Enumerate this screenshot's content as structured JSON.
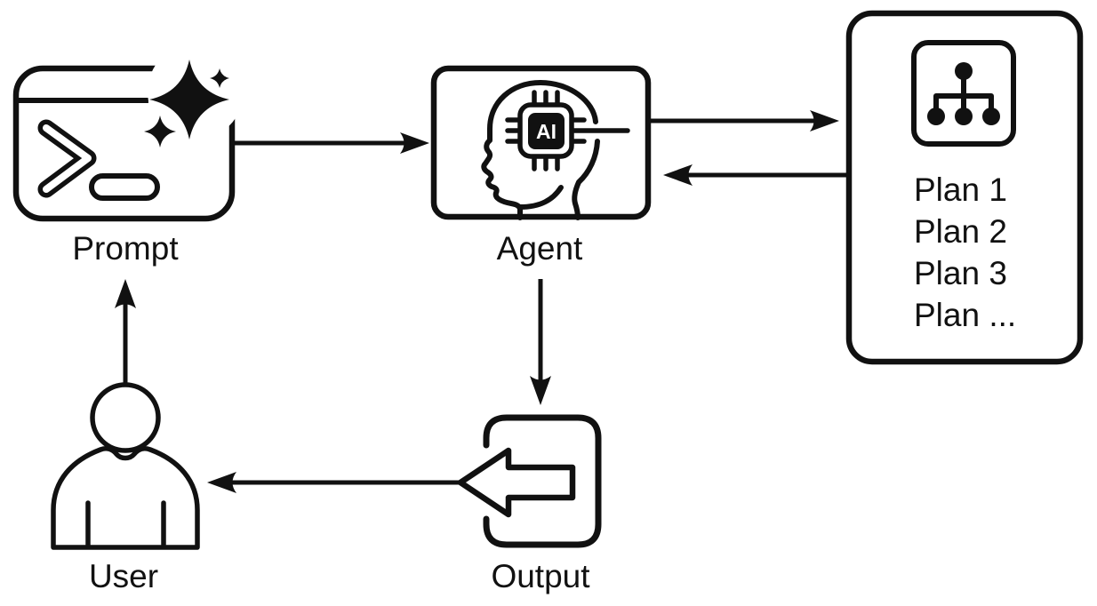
{
  "nodes": {
    "prompt": {
      "label": "Prompt"
    },
    "agent": {
      "label": "Agent",
      "chip_text": "AI"
    },
    "plans": {
      "items": [
        "Plan 1",
        "Plan 2",
        "Plan 3",
        "Plan ..."
      ]
    },
    "output": {
      "label": "Output"
    },
    "user": {
      "label": "User"
    }
  },
  "edges": [
    {
      "from": "prompt",
      "to": "agent"
    },
    {
      "from": "agent",
      "to": "plans"
    },
    {
      "from": "plans",
      "to": "agent"
    },
    {
      "from": "agent",
      "to": "output"
    },
    {
      "from": "output",
      "to": "user"
    },
    {
      "from": "user",
      "to": "prompt"
    }
  ],
  "colors": {
    "ink": "#111111",
    "background": "#ffffff"
  }
}
